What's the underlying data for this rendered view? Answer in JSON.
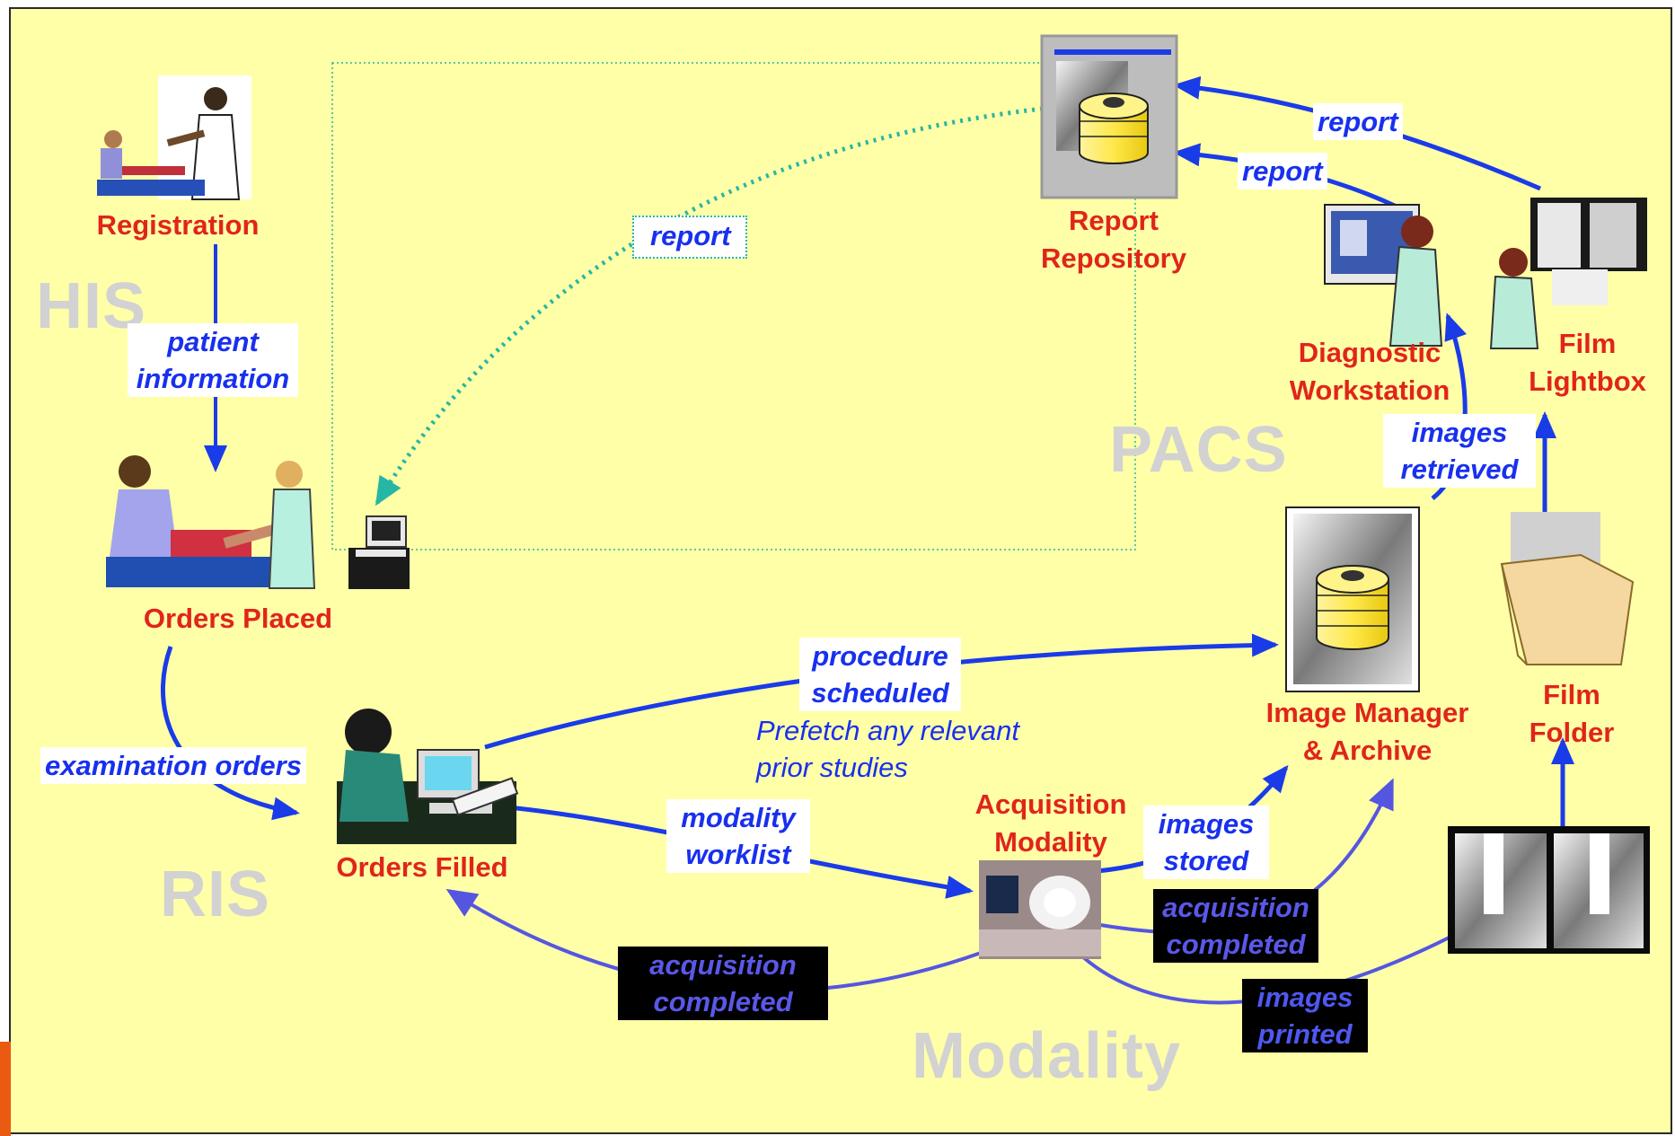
{
  "zones": {
    "his": "HIS",
    "ris": "RIS",
    "pacs": "PACS",
    "modality": "Modality"
  },
  "nodes": {
    "registration": "Registration",
    "orders_placed": "Orders Placed",
    "orders_filled": "Orders Filled",
    "report_repository_line1": "Report",
    "report_repository_line2": "Repository",
    "diagnostic_workstation_line1": "Diagnostic",
    "diagnostic_workstation_line2": "Workstation",
    "film_lightbox_line1": "Film",
    "film_lightbox_line2": "Lightbox",
    "image_manager_line1": "Image Manager",
    "image_manager_line2": "& Archive",
    "film_folder_line1": "Film",
    "film_folder_line2": "Folder",
    "acquisition_modality_line1": "Acquisition",
    "acquisition_modality_line2": "Modality"
  },
  "flows": {
    "patient_information_line1": "patient",
    "patient_information_line2": "information",
    "examination_orders": "examination orders",
    "report_dotted": "report",
    "report_from_lightbox": "report",
    "report_from_workstation": "report",
    "images_retrieved_line1": "images",
    "images_retrieved_line2": "retrieved",
    "procedure_scheduled_line1": "procedure",
    "procedure_scheduled_line2": "scheduled",
    "prefetch_line1": "Prefetch any relevant",
    "prefetch_line2": "prior studies",
    "modality_worklist_line1": "modality",
    "modality_worklist_line2": "worklist",
    "images_stored_line1": "images",
    "images_stored_line2": "stored",
    "acquisition_completed_archive_line1": "acquisition",
    "acquisition_completed_archive_line2": "completed",
    "acquisition_completed_ris_line1": "acquisition",
    "acquisition_completed_ris_line2": "completed",
    "images_printed_line1": "images",
    "images_printed_line2": "printed"
  },
  "colors": {
    "background": "#ffffa8",
    "node_text": "#e0251b",
    "flow_text": "#1830ee",
    "arrow": "#1a3be8",
    "arrow_muted": "#5556e0",
    "dotted_flow": "#27b6a4",
    "zone_text": "#d2d2d2"
  },
  "icons": {
    "registration": "nurse-with-clipboard-and-patient-icon",
    "orders_placed": "doctor-examining-patient-icon",
    "orders_filled": "clerk-at-computer-icon",
    "report_repository": "database-disk-stack-icon",
    "image_manager": "database-disk-stack-over-xray-icon",
    "diagnostic_workstation": "radiologist-at-monitor-icon",
    "film_lightbox": "physician-viewing-xray-icon",
    "film_folder": "film-folder-icon",
    "acquisition_modality": "ct-scanner-icon",
    "printed_film": "ankle-xray-film-icon"
  }
}
